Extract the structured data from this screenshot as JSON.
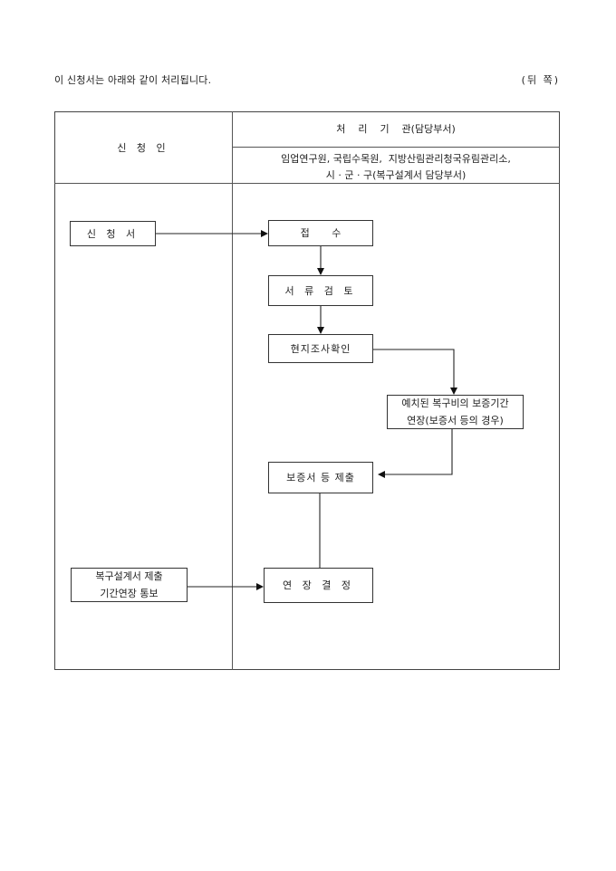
{
  "intro_text": "이 신청서는 아래와 같이 처리됩니다.",
  "page_side": "(뒤 쪽)",
  "header": {
    "applicant": "신 청 인",
    "processing_org": "처    리    기    관(담당부서)",
    "org_line1": "임업연구원, 국립수목원,  지방산림관리청국유림관리소,",
    "org_line2": "시 · 군 · 구(복구설계서 담당부서)"
  },
  "flow": {
    "application": "신 청 서",
    "receipt": "접       수",
    "document_review": "서 류 검 토",
    "site_check": "현지조사확인",
    "extension_case_line1": "예치된 복구비의 보증기간",
    "extension_case_line2": "연장(보증서 등의 경우)",
    "guarantee_submit": "보증서 등 제출",
    "notice_line1": "복구설계서 제출",
    "notice_line2": "기간연장 통보",
    "extension_decision": "연 장 결 정"
  }
}
